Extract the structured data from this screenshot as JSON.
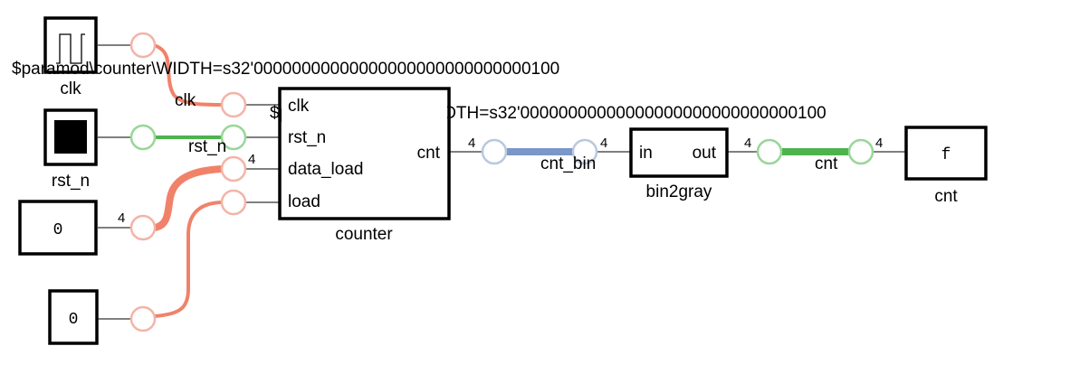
{
  "colors": {
    "clk_wire": "#f0826a",
    "rst_wire": "#4db34d",
    "cnt_bin_wire": "#7b96c8",
    "cnt_wire": "#4db34d",
    "clk_port": "#f3b4a8",
    "rst_port": "#99d699",
    "bin_port": "#b9c9dd",
    "cnt_port": "#99d699"
  },
  "inputs": {
    "clk": {
      "label": "clk",
      "icon": "clock-waveform-icon"
    },
    "rst_n": {
      "label": "rst_n",
      "icon": "reset-square-icon"
    },
    "data_load_const": {
      "value": "0",
      "width": "4"
    },
    "load_const": {
      "value": "0"
    }
  },
  "counter": {
    "param_label": "$paramod\\counter\\WIDTH=s32'00000000000000000000000000000100",
    "name": "counter",
    "ports_in": [
      "clk",
      "rst_n",
      "data_load",
      "load"
    ],
    "port_out": "cnt",
    "out_width": "4",
    "data_load_width": "4",
    "wire_labels": {
      "clk": "clk",
      "rst_n": "rst_n"
    }
  },
  "bin2gray": {
    "param_label": "$paramod\\bin2gray\\WIDTH=s32'00000000000000000000000000000100",
    "name": "bin2gray",
    "port_in": "in",
    "port_out": "out",
    "in_width": "4",
    "out_width": "4",
    "wire_label_in": "cnt_bin",
    "wire_label_out": "cnt"
  },
  "output": {
    "name": "cnt",
    "value": "f",
    "width": "4"
  }
}
